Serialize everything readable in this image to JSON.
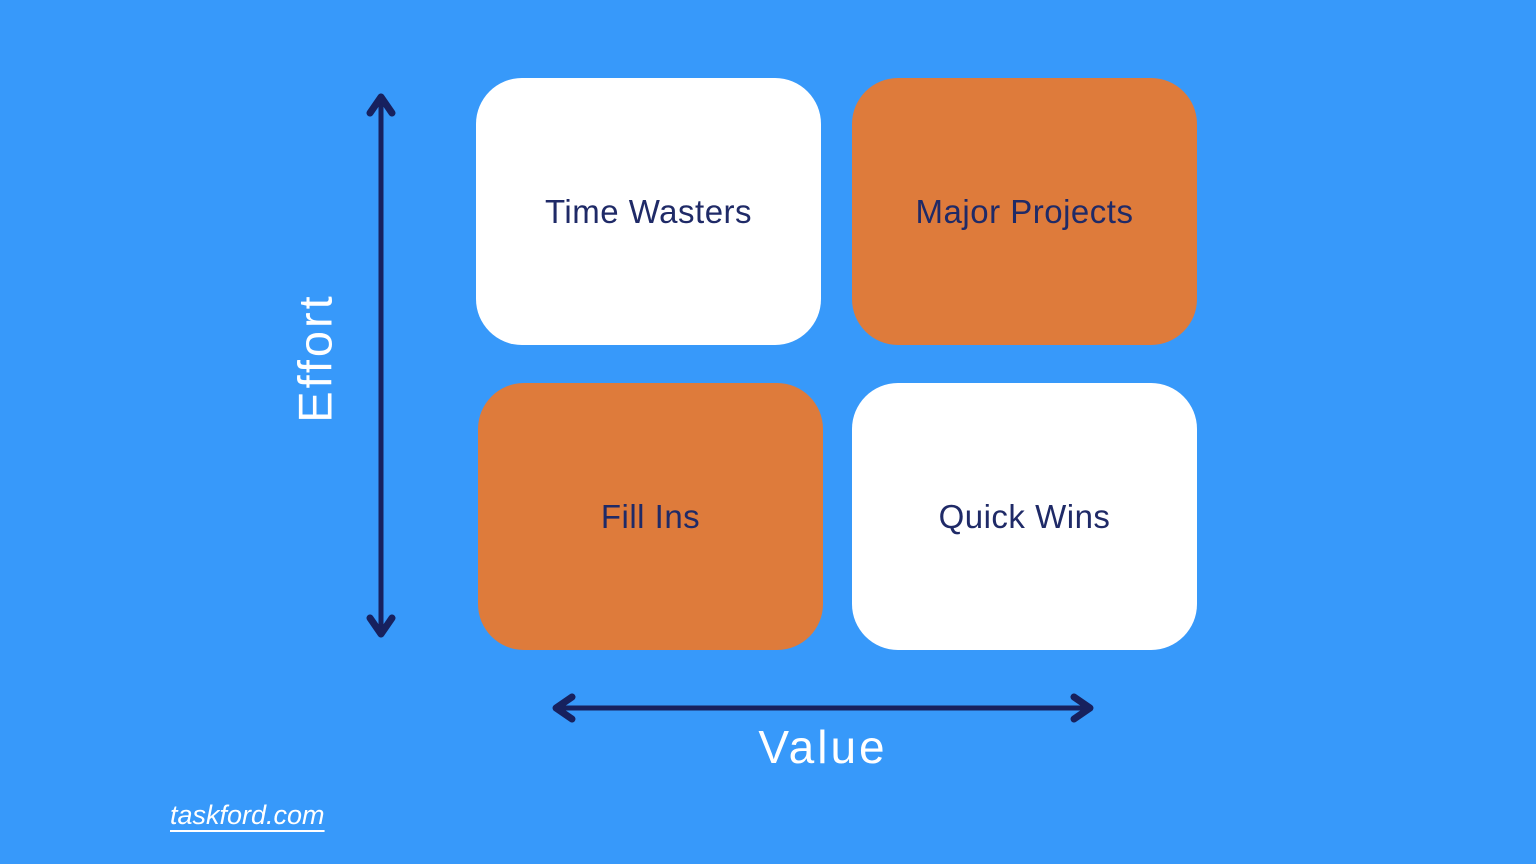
{
  "page": {
    "type": "priority-matrix-diagram",
    "colors": {
      "background": "#3799FA",
      "quadrant_orange": "#DE7B3B",
      "quadrant_white": "#FFFFFF",
      "text_navy": "#1F2A67",
      "arrow_navy": "#17215E",
      "axis_label_white": "#FFFFFF"
    }
  },
  "matrix": {
    "y_axis_label": "Effort",
    "x_axis_label": "Value",
    "quadrants": [
      {
        "label": "Time Wasters",
        "position": "top-left",
        "fill": "white"
      },
      {
        "label": "Major Projects",
        "position": "top-right",
        "fill": "orange"
      },
      {
        "label": "Fill Ins",
        "position": "bottom-left",
        "fill": "orange"
      },
      {
        "label": "Quick Wins",
        "position": "bottom-right",
        "fill": "white"
      }
    ]
  },
  "footer": {
    "link_text": "taskford.com"
  }
}
